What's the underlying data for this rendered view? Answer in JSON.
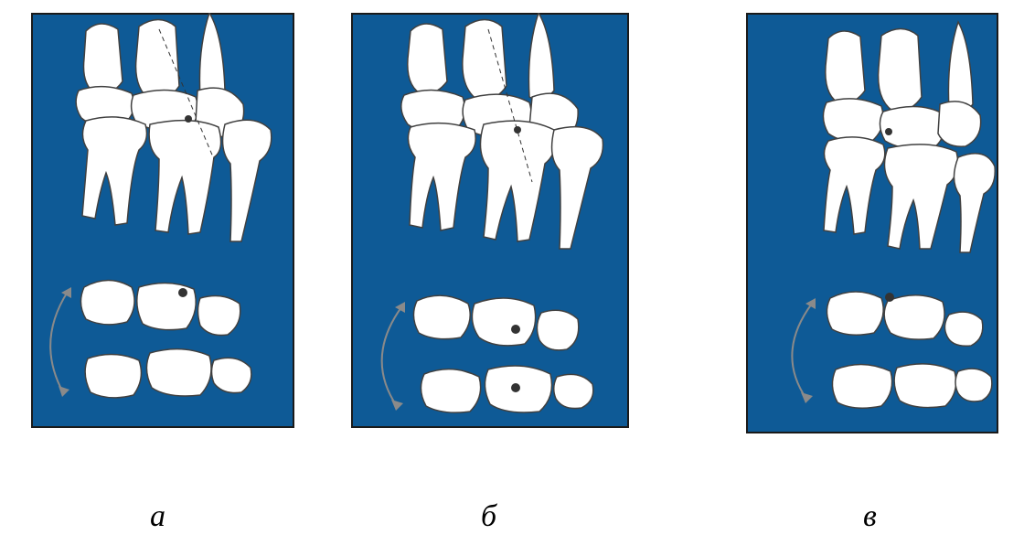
{
  "panels": [
    {
      "id": "a",
      "caption": "а",
      "background": "#0e5a96",
      "contact": "upper-cusp-mesial"
    },
    {
      "id": "b",
      "caption": "б",
      "background": "#0e5a96",
      "contact": "central-fossa"
    },
    {
      "id": "c",
      "caption": "в",
      "background": "#0e5a96",
      "contact": "distal-marginal"
    }
  ],
  "colors": {
    "tooth_fill": "#ffffff",
    "tooth_outline": "#404040",
    "arrow": "#8a8a8a",
    "contact_dot": "#333333"
  }
}
